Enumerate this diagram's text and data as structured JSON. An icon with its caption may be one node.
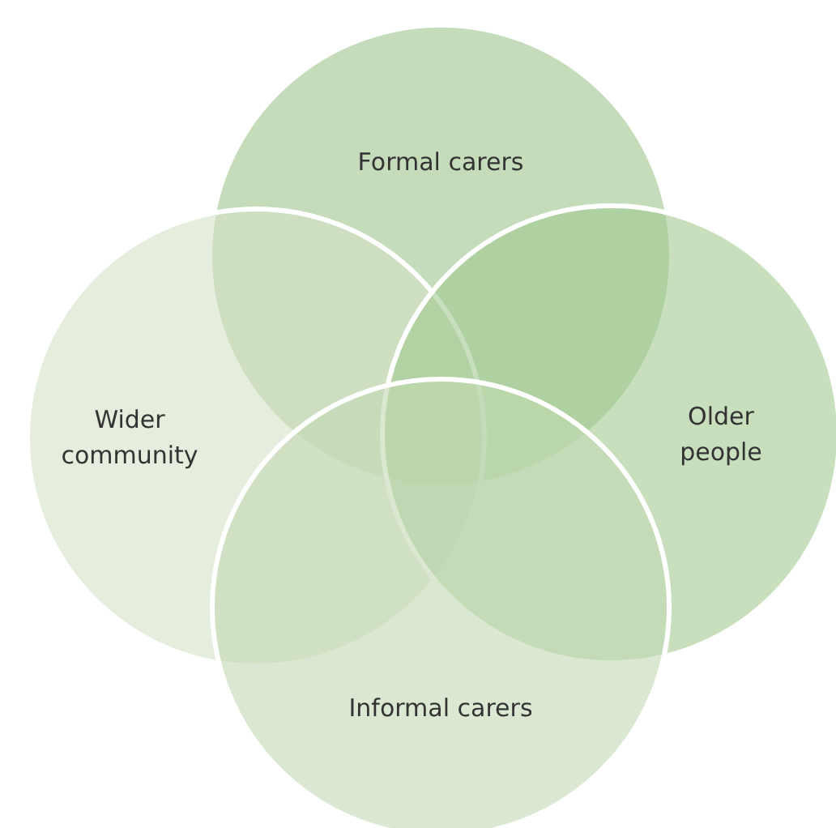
{
  "diagram": {
    "nodes": [
      {
        "text": [
          "Formal carers"
        ]
      },
      {
        "text": [
          "Wider community"
        ]
      },
      {
        "text": [
          "Older people"
        ]
      },
      {
        "text": [
          "Informal carers"
        ]
      }
    ]
  }
}
